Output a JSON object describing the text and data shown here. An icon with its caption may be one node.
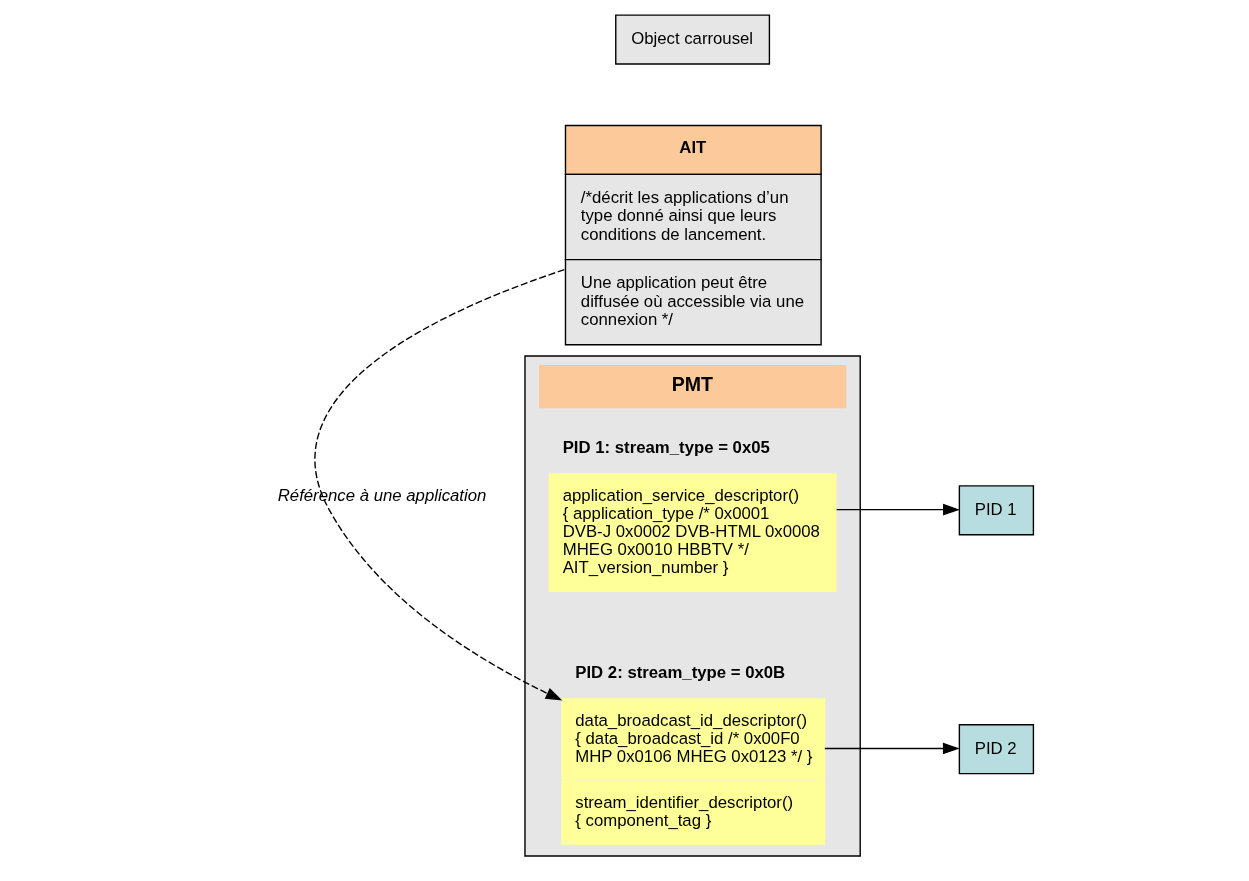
{
  "diagram": {
    "nodes": [
      {
        "text": [
          "PMT"
        ]
      },
      {
        "text": [
          "PID 1: stream_type = 0x05",
          "application_service_descriptor() { application_type /* 0x0001 DVB-J 0x0002 DVB-HTML 0x0008 MHEG 0x0010 HBBTV */ AIT_version_number }"
        ],
        "in": 0
      },
      {
        "text": [
          "PID 2: stream_type = 0x0B",
          "data_broadcast_id_descriptor() { data_broadcast_id /* 0x00F0 MHP 0x0106 MHEG 0x0123 */ }",
          "stream_identifier_descriptor() { component_tag }"
        ],
        "in": 0
      },
      {
        "text": [
          "PID 1"
        ]
      },
      {
        "text": [
          "AIT",
          "/*décrit les applications d’un type donné ainsi que leurs conditions de lancement.",
          "Une application peut être diffusée où accessible via une connexion */"
        ]
      },
      {
        "text": [
          "PID 2"
        ]
      },
      {
        "text": [
          "Object carrousel"
        ]
      }
    ],
    "edges": [
      {
        "from": 1,
        "to": 3,
        "arrow": "to"
      },
      {
        "from": 2,
        "to": 5,
        "arrow": "to"
      },
      {
        "from": 4,
        "to": 2,
        "arrow": "to",
        "style": "dashed",
        "label": "Référence à une application"
      }
    ]
  }
}
